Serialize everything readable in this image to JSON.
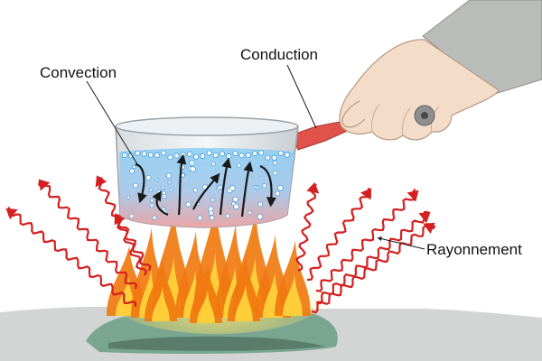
{
  "labels": {
    "convection": "Convection",
    "conduction": "Conduction",
    "radiation": "Rayonnement"
  },
  "colors": {
    "radiation_wave": "#d42020",
    "water": "#7ec3ec",
    "water_hot": "#e89a9a",
    "flame_outer": "#f07a10",
    "flame_inner": "#ffd23a",
    "handle": "#e0524a",
    "hand": "#f2dcc8",
    "sleeve": "#b5b8b5",
    "ash": "#76a58f",
    "ground": "#c9cbca"
  },
  "icons": {
    "hand": "hand-holding-pan-icon",
    "flame": "flame-icon"
  }
}
